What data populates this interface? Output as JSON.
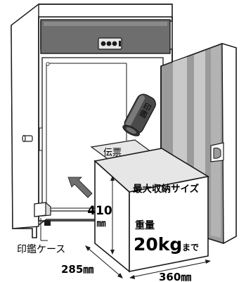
{
  "labels": {
    "stamp_case": "印鑑ケース",
    "slip": "伝票",
    "stamp_text": "印鑑",
    "max_size": "最大収納サイズ",
    "height_value": "410",
    "height_unit": "㎜",
    "weight_label": "重量",
    "weight_value": "20kg",
    "weight_suffix": "まで",
    "depth_dim": "285㎜",
    "width_dim": "360㎜"
  },
  "colors": {
    "line": "#1a1a1a",
    "panel_dark": "#6e6e6e",
    "door_grey": "#9b9b9b",
    "door_light": "#c9c9c9",
    "door_mid": "#b3b3b3",
    "white": "#ffffff",
    "shade": "#e6e6e6"
  },
  "icons": {
    "lock": "combination-lock-icon",
    "arrow": "insert-direction-arrow-icon",
    "handle": "door-handle-icon"
  }
}
